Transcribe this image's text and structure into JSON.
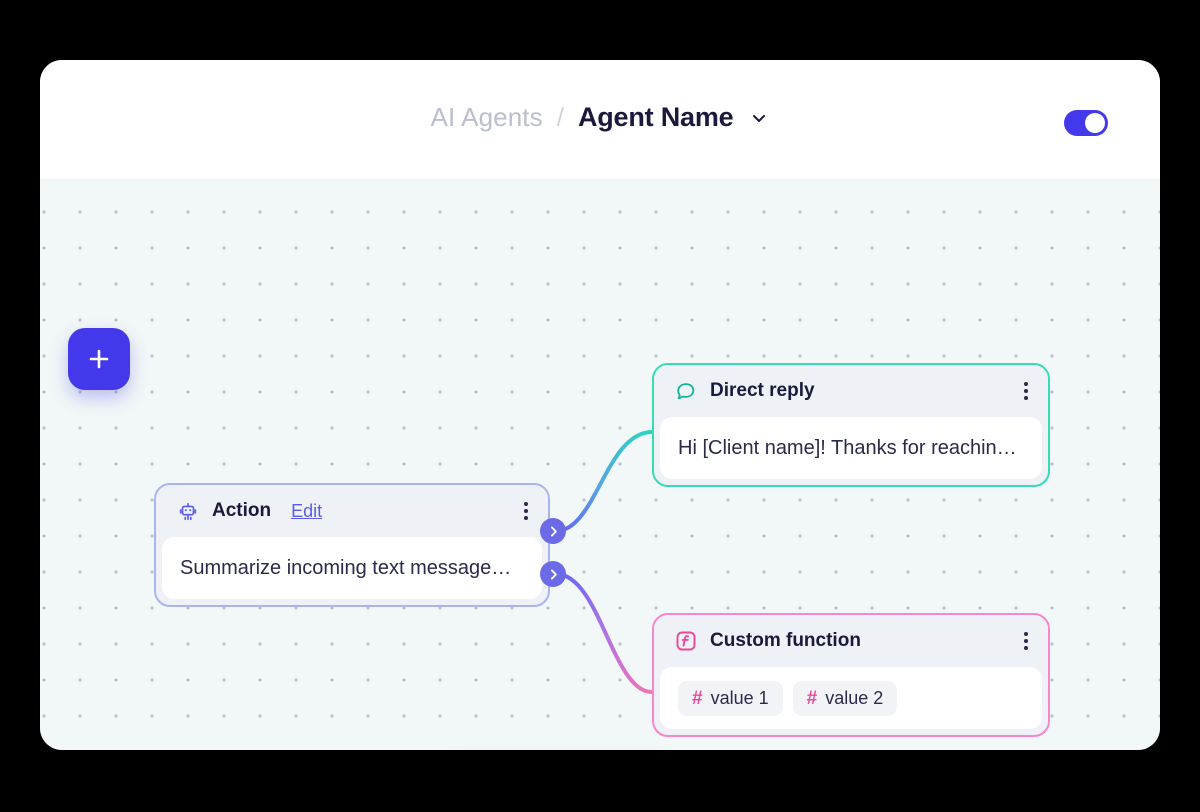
{
  "header": {
    "breadcrumb_parent": "AI Agents",
    "breadcrumb_separator": "/",
    "breadcrumb_current": "Agent Name",
    "chevron_icon": "chevron-down-icon",
    "toggle": {
      "name": "agent-enabled-toggle",
      "state": "on",
      "color": "#4338ea"
    }
  },
  "canvas": {
    "background_color": "#f2f8f7",
    "dot_color": "#b9c0d0",
    "add_button": {
      "label": "+",
      "icon": "plus-icon",
      "color": "#4338ea"
    }
  },
  "nodes": {
    "action": {
      "icon": "robot-icon",
      "title": "Action",
      "edit_label": "Edit",
      "menu_icon": "kebab-menu-icon",
      "body_text": "Summarize incoming text message…",
      "border_color": "#aab4ef",
      "accent_color": "#5b5ce8"
    },
    "direct_reply": {
      "icon": "speech-bubble-icon",
      "title": "Direct reply",
      "menu_icon": "kebab-menu-icon",
      "body_text": "Hi [Client name]! Thanks for reachin…",
      "border_color": "#35dcb4",
      "accent_color": "#10b493"
    },
    "custom_function": {
      "icon": "function-icon",
      "title": "Custom function",
      "menu_icon": "kebab-menu-icon",
      "border_color": "#f985cd",
      "accent_color": "#ec4899",
      "chips": [
        {
          "hash": "#",
          "label": "value 1"
        },
        {
          "hash": "#",
          "label": "value 2"
        }
      ]
    }
  },
  "handles": {
    "handle_icon": "chevron-right-icon",
    "color": "#6d6ae8",
    "count": 2
  },
  "edges": [
    {
      "from": "action-output-1",
      "to": "direct-reply",
      "start_color": "#6366f1",
      "end_color": "#2dd4bf"
    },
    {
      "from": "action-output-2",
      "to": "custom-function",
      "start_color": "#6366f1",
      "end_color": "#f472b6"
    }
  ],
  "toolbar": {
    "buttons": [
      {
        "name": "zoom-in-button",
        "icon": "plus-icon"
      },
      {
        "name": "zoom-out-button",
        "icon": "minus-icon"
      },
      {
        "name": "fit-view-button",
        "icon": "fit-screen-icon"
      },
      {
        "name": "lock-button",
        "icon": "unlock-icon"
      }
    ]
  }
}
